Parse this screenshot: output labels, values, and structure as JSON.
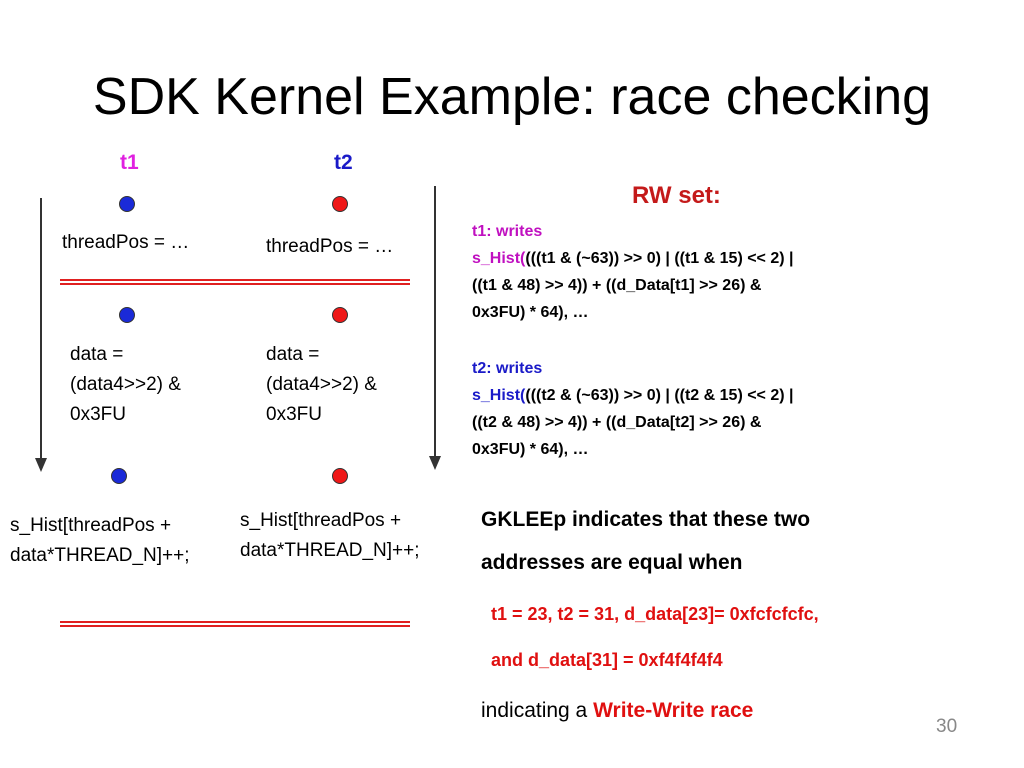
{
  "slide": {
    "title": "SDK Kernel Example: race checking",
    "page_number": "30"
  },
  "threads": {
    "t1": {
      "label": "t1",
      "stmt1": "threadPos = …",
      "stmt2": [
        "data =",
        "(data4>>2) &",
        "0x3FU"
      ],
      "stmt3": [
        "s_Hist[threadPos +",
        "data*THREAD_N]++;"
      ]
    },
    "t2": {
      "label": "t2",
      "stmt1": "threadPos = …",
      "stmt2": [
        "data =",
        "(data4>>2) &",
        "0x3FU"
      ],
      "stmt3": [
        "s_Hist[threadPos +",
        "data*THREAD_N]++;"
      ]
    }
  },
  "rw_set": {
    "title": "RW set:",
    "t1": {
      "header": "t1: writes",
      "fn": "s_Hist(",
      "lines": [
        "(((t1 & (~63)) >> 0) | ((t1 & 15) << 2) |",
        "((t1 & 48) >> 4)) + ((d_Data[t1] >> 26) &",
        "0x3FU) * 64), …"
      ]
    },
    "t2": {
      "header": "t2: writes",
      "fn": "s_Hist(",
      "lines": [
        "(((t2 & (~63)) >> 0) | ((t2 & 15) << 2) |",
        "((t2  & 48) >> 4)) + ((d_Data[t2] >> 26) &",
        "0x3FU) * 64), …"
      ]
    }
  },
  "conclusion": {
    "line1": "GKLEEp indicates that these two",
    "line2": "addresses are equal  when",
    "cond1": "t1 = 23, t2 = 31, d_data[23]= 0xfcfcfcfc,",
    "cond2": "and d_data[31] = 0xf4f4f4f4",
    "result_prefix": "indicating a ",
    "result_highlight": "Write-Write race"
  },
  "colors": {
    "t1_dot": "#1a2ad8",
    "t2_dot": "#ef1818",
    "rw_title": "#c41a1a",
    "t1_label": "#e020e0",
    "t2_label": "#1a1ac8"
  }
}
